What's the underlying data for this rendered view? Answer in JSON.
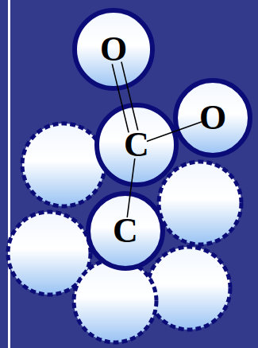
{
  "diagram": {
    "nodes": [
      {
        "text": [
          "O"
        ]
      },
      {
        "text": [
          "C"
        ]
      },
      {
        "text": [
          "O"
        ]
      },
      {
        "text": [
          "C"
        ]
      }
    ],
    "edges": [
      {
        "from": 1,
        "to": 0,
        "arrow": "none"
      },
      {
        "from": 1,
        "to": 2,
        "arrow": "none"
      },
      {
        "from": 1,
        "to": 3,
        "arrow": "none"
      }
    ]
  }
}
